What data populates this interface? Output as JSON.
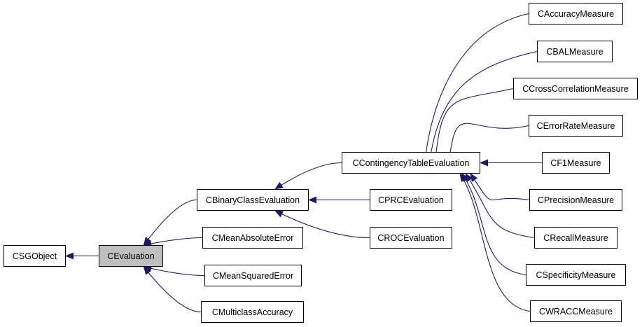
{
  "diagram": {
    "colors": {
      "edge": "#191970",
      "node_border": "#000000",
      "node_fill": "#ffffff",
      "highlight_fill": "#bfbfbf"
    },
    "nodes": {
      "csgobject": {
        "label": "CSGObject"
      },
      "cevaluation": {
        "label": "CEvaluation",
        "highlighted": true
      },
      "cbinaryclassevaluation": {
        "label": "CBinaryClassEvaluation"
      },
      "cmeanabsoluteerror": {
        "label": "CMeanAbsoluteError"
      },
      "cmeansquarederror": {
        "label": "CMeanSquaredError"
      },
      "cmulticlassaccuracy": {
        "label": "CMulticlassAccuracy"
      },
      "ccontingencytableevaluation": {
        "label": "CContingencyTableEvaluation"
      },
      "cprcevaluation": {
        "label": "CPRCEvaluation"
      },
      "crocevaluation": {
        "label": "CROCEvaluation"
      },
      "caccuracymeasure": {
        "label": "CAccuracyMeasure"
      },
      "cbalmeasure": {
        "label": "CBALMeasure"
      },
      "ccrosscorrelationmeasure": {
        "label": "CCrossCorrelationMeasure"
      },
      "cerrorratemeasure": {
        "label": "CErrorRateMeasure"
      },
      "cf1measure": {
        "label": "CF1Measure"
      },
      "cprecisionmeasure": {
        "label": "CPrecisionMeasure"
      },
      "crecallmeasure": {
        "label": "CRecallMeasure"
      },
      "cspecificitymeasure": {
        "label": "CSpecificityMeasure"
      },
      "cwraccmeasure": {
        "label": "CWRACCMeasure"
      }
    },
    "edges": [
      {
        "from": "cevaluation",
        "to": "csgobject"
      },
      {
        "from": "cbinaryclassevaluation",
        "to": "cevaluation"
      },
      {
        "from": "cmeanabsoluteerror",
        "to": "cevaluation"
      },
      {
        "from": "cmeansquarederror",
        "to": "cevaluation"
      },
      {
        "from": "cmulticlassaccuracy",
        "to": "cevaluation"
      },
      {
        "from": "ccontingencytableevaluation",
        "to": "cbinaryclassevaluation"
      },
      {
        "from": "cprcevaluation",
        "to": "cbinaryclassevaluation"
      },
      {
        "from": "crocevaluation",
        "to": "cbinaryclassevaluation"
      },
      {
        "from": "caccuracymeasure",
        "to": "ccontingencytableevaluation"
      },
      {
        "from": "cbalmeasure",
        "to": "ccontingencytableevaluation"
      },
      {
        "from": "ccrosscorrelationmeasure",
        "to": "ccontingencytableevaluation"
      },
      {
        "from": "cerrorratemeasure",
        "to": "ccontingencytableevaluation"
      },
      {
        "from": "cf1measure",
        "to": "ccontingencytableevaluation"
      },
      {
        "from": "cprecisionmeasure",
        "to": "ccontingencytableevaluation"
      },
      {
        "from": "crecallmeasure",
        "to": "ccontingencytableevaluation"
      },
      {
        "from": "cspecificitymeasure",
        "to": "ccontingencytableevaluation"
      },
      {
        "from": "cwraccmeasure",
        "to": "ccontingencytableevaluation"
      }
    ]
  }
}
